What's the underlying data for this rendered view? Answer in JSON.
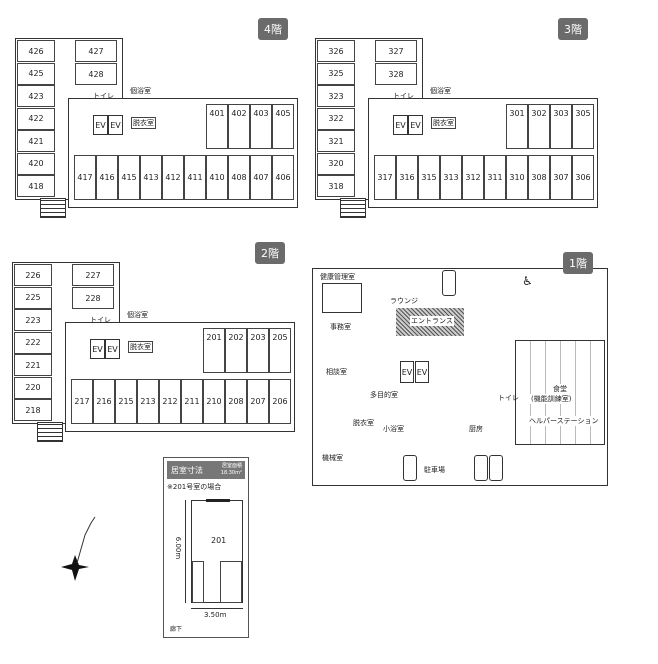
{
  "floors": [
    {
      "label": "4階",
      "left_rooms": [
        "426",
        "425",
        "423",
        "422",
        "421",
        "420",
        "418"
      ],
      "wing_rooms": [
        "427",
        "428"
      ],
      "upper_rooms": [
        "401",
        "402",
        "403",
        "405"
      ],
      "lower_rooms": [
        "417",
        "416",
        "415",
        "413",
        "412",
        "411",
        "410",
        "408",
        "407",
        "406"
      ],
      "bath": "個浴室",
      "dressing": "脱衣室",
      "toilet": "トイレ",
      "ev": "EV"
    },
    {
      "label": "3階",
      "left_rooms": [
        "326",
        "325",
        "323",
        "322",
        "321",
        "320",
        "318"
      ],
      "wing_rooms": [
        "327",
        "328"
      ],
      "upper_rooms": [
        "301",
        "302",
        "303",
        "305"
      ],
      "lower_rooms": [
        "317",
        "316",
        "315",
        "313",
        "312",
        "311",
        "310",
        "308",
        "307",
        "306"
      ],
      "bath": "個浴室",
      "dressing": "脱衣室",
      "toilet": "トイレ",
      "ev": "EV"
    },
    {
      "label": "2階",
      "left_rooms": [
        "226",
        "225",
        "223",
        "222",
        "221",
        "220",
        "218"
      ],
      "wing_rooms": [
        "227",
        "228"
      ],
      "upper_rooms": [
        "201",
        "202",
        "203",
        "205"
      ],
      "lower_rooms": [
        "217",
        "216",
        "215",
        "213",
        "212",
        "211",
        "210",
        "208",
        "207",
        "206"
      ],
      "bath": "個浴室",
      "dressing": "脱衣室",
      "toilet": "トイレ",
      "ev": "EV"
    }
  ],
  "ground": {
    "label": "1階",
    "health": "健康管理室",
    "lounge": "ラウンジ",
    "entrance": "エントランス",
    "office": "事務室",
    "consult": "相談室",
    "multi": "多目的室",
    "dressing": "脱衣室",
    "small_bath": "小浴室",
    "kitchen": "厨房",
    "dining": "食堂",
    "dining_sub": "(機能訓練室)",
    "helper": "ヘルパーステーション",
    "parking": "駐車場",
    "machine": "機械室",
    "toilet": "トイレ",
    "ev": "EV",
    "accessible_icon": "wheelchair-icon"
  },
  "unit": {
    "title": "居室寸法",
    "area_label": "居室面積",
    "area": "18.30m²",
    "caption": "※201号室の場合",
    "room": "201",
    "depth": "6.00m",
    "width": "3.50m",
    "corridor": "廊下"
  },
  "compass": {
    "icon": "compass-north-icon"
  }
}
